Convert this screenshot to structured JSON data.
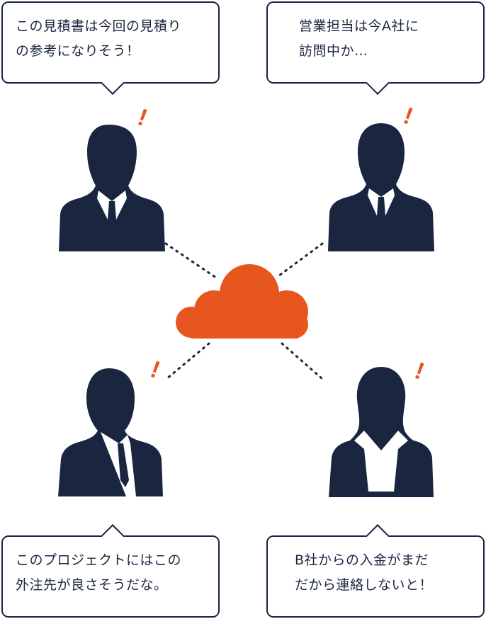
{
  "bubbles": {
    "top_left": {
      "line1": "この見積書は今回の見積り",
      "line2": "の参考になりそう！"
    },
    "top_right": {
      "line1": "営業担当は今A社に",
      "line2": "訪問中か…"
    },
    "bottom_left": {
      "line1": "このプロジェクトにはこの",
      "line2": "外注先が良さそうだな。"
    },
    "bottom_right": {
      "line1": "B社からの入金がまだ",
      "line2": "だから連絡しないと！"
    }
  },
  "colors": {
    "navy": "#1a2640",
    "accent": "#e8561f",
    "text": "#1a2640",
    "background": "#ffffff"
  },
  "icons": {
    "center": "cloud-icon",
    "people": "business-person-icon",
    "alert": "exclamation-icon"
  }
}
